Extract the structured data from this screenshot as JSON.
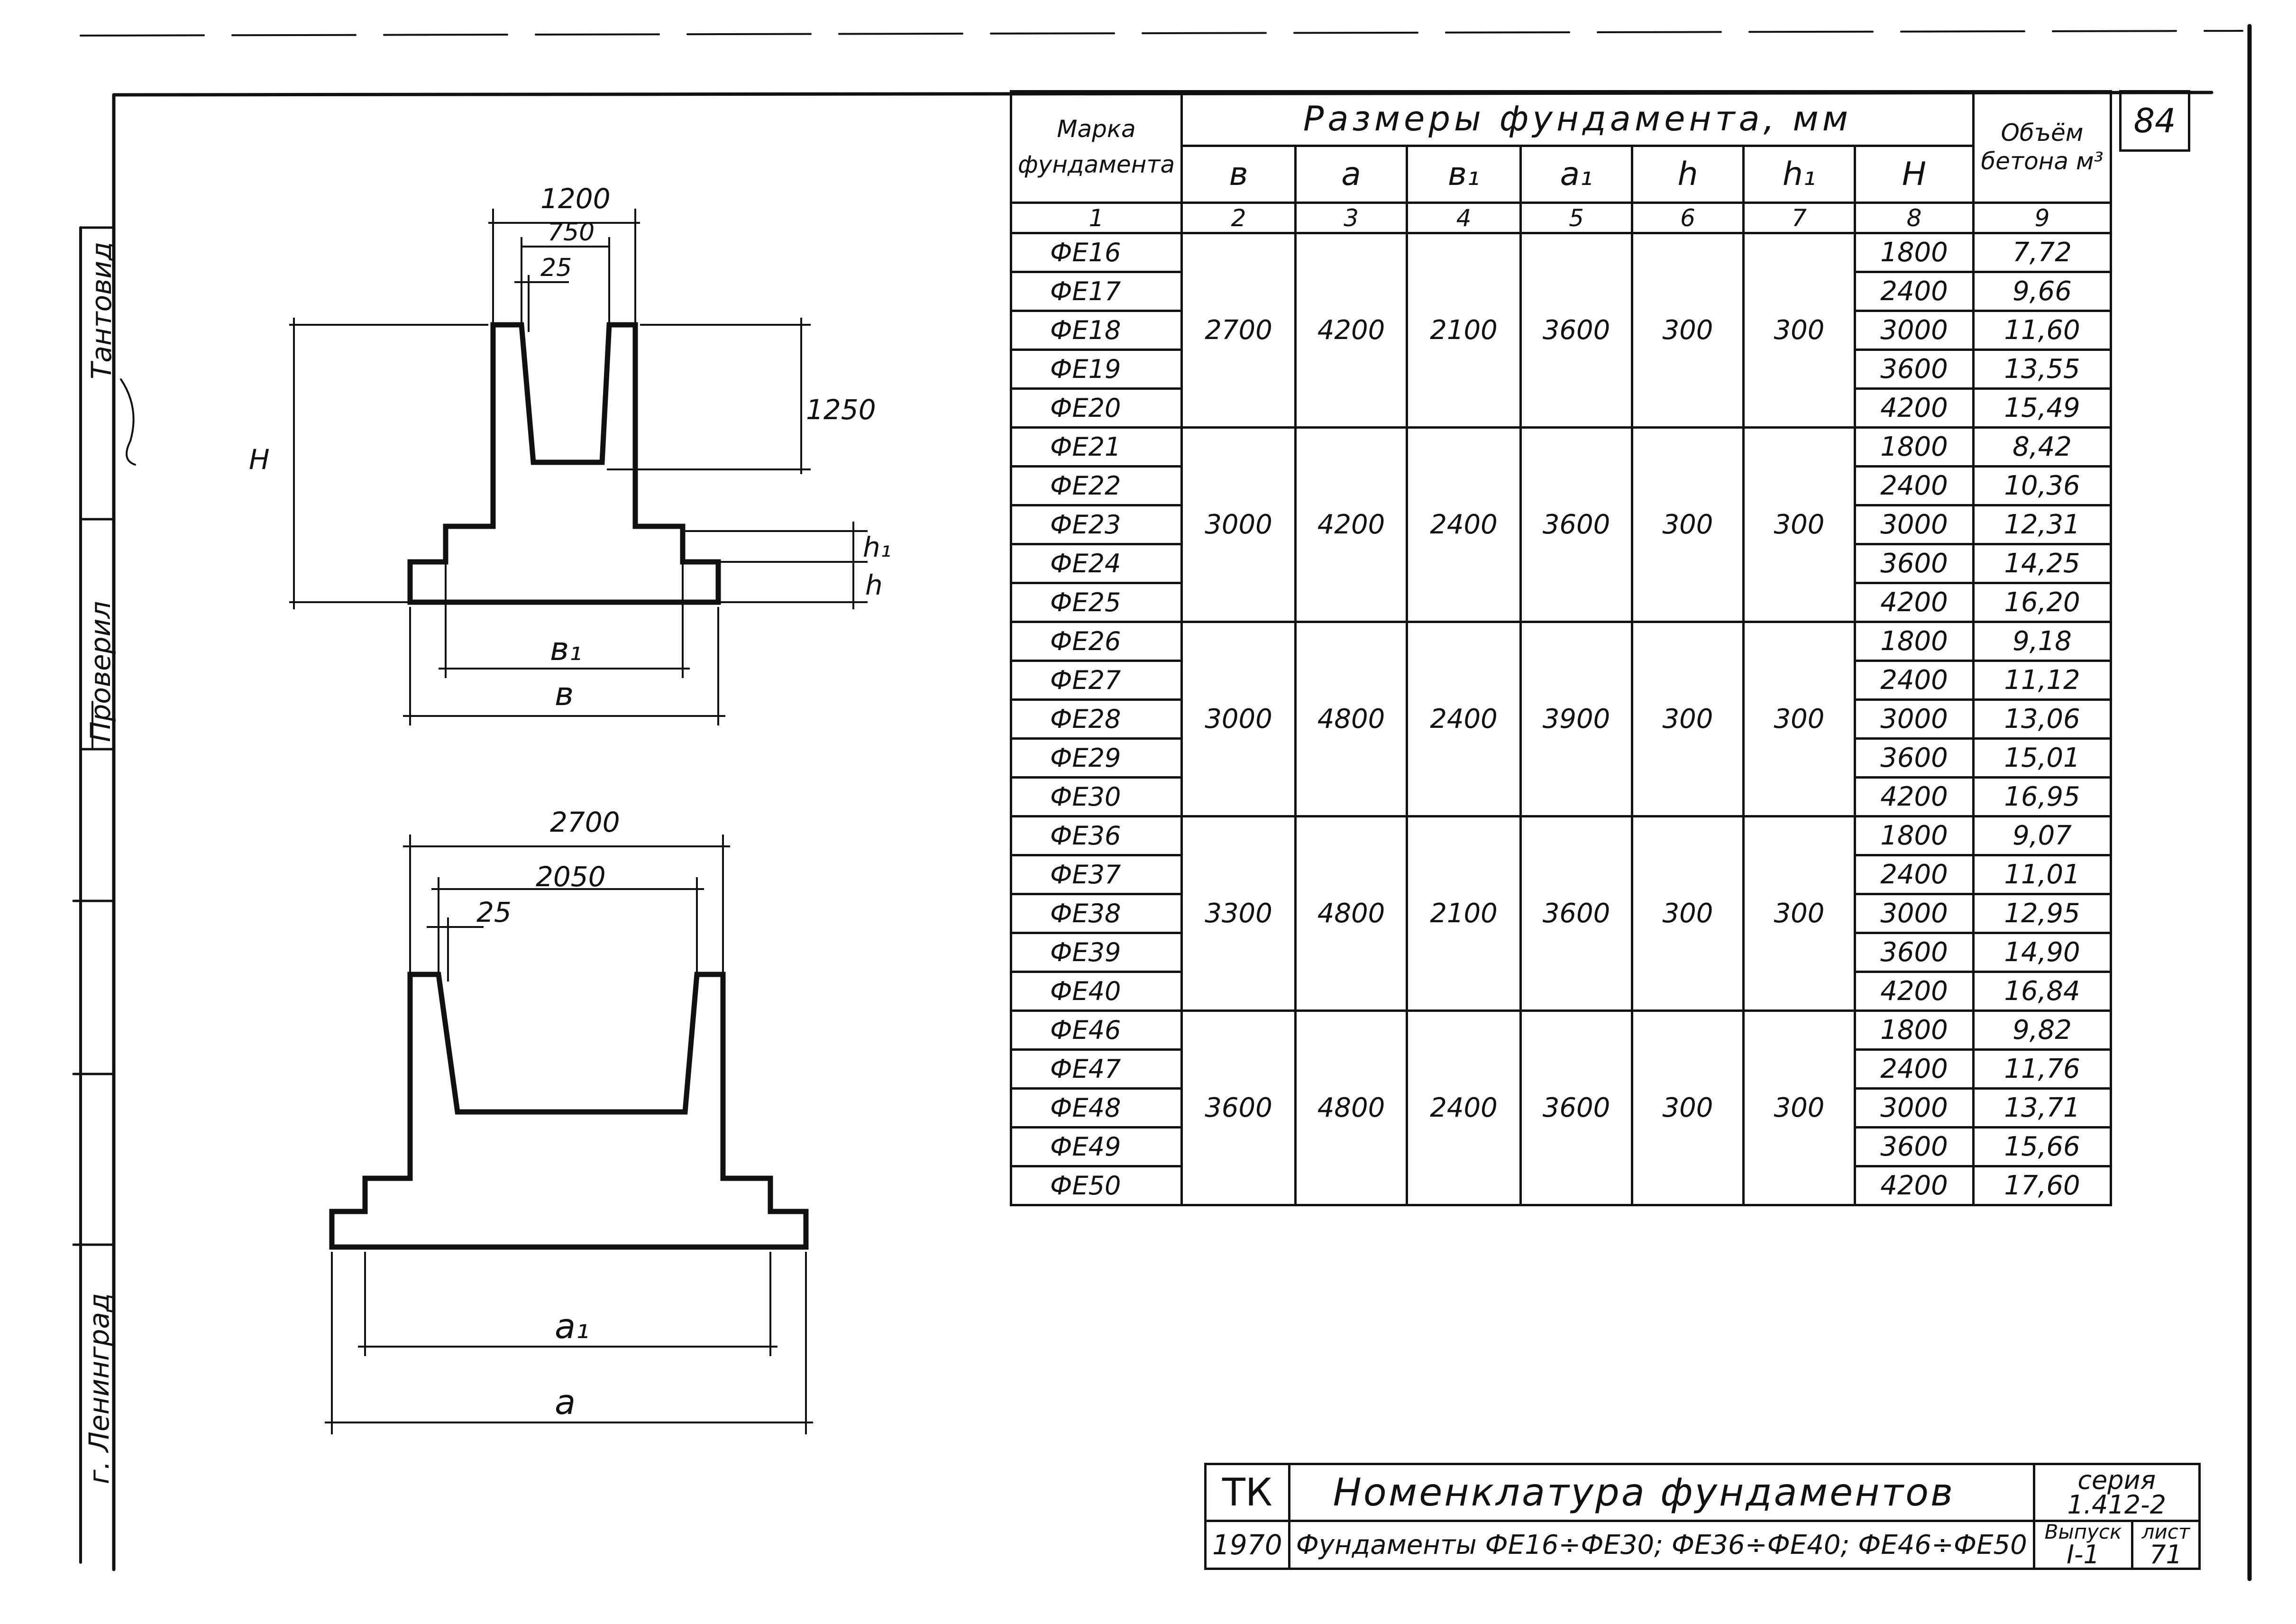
{
  "sheet_number": "84",
  "side_strip": {
    "tantovid": "Тантовид",
    "proveril": "Проверил",
    "city": "г. Ленинград"
  },
  "section_drawing": {
    "width_top": "1200",
    "width_inner": "750",
    "wall_offset": "25",
    "cup_depth": "1250",
    "height": "H",
    "step_h1": "h₁",
    "step_h": "h",
    "base_b1": "в₁",
    "base_b": "в"
  },
  "plan_drawing": {
    "width_top": "2700",
    "width_inner": "2050",
    "wall_offset": "25",
    "base_a1": "а₁",
    "base_a": "а"
  },
  "table": {
    "headers": {
      "mark": "Марка фундамента",
      "dimensions": "Размеры фундамента, мм",
      "volume": "Объём бетона м³",
      "cols": [
        "в",
        "а",
        "в₁",
        "а₁",
        "h",
        "h₁",
        "H"
      ],
      "numbers": [
        "1",
        "2",
        "3",
        "4",
        "5",
        "6",
        "7",
        "8",
        "9"
      ]
    },
    "groups": [
      {
        "b": "2700",
        "a": "4200",
        "b1": "2100",
        "a1": "3600",
        "h": "300",
        "h1": "300",
        "rows": [
          {
            "mark": "ФЕ16",
            "H": "1800",
            "vol": "7,72"
          },
          {
            "mark": "ФЕ17",
            "H": "2400",
            "vol": "9,66"
          },
          {
            "mark": "ФЕ18",
            "H": "3000",
            "vol": "11,60"
          },
          {
            "mark": "ФЕ19",
            "H": "3600",
            "vol": "13,55"
          },
          {
            "mark": "ФЕ20",
            "H": "4200",
            "vol": "15,49"
          }
        ]
      },
      {
        "b": "3000",
        "a": "4200",
        "b1": "2400",
        "a1": "3600",
        "h": "300",
        "h1": "300",
        "rows": [
          {
            "mark": "ФЕ21",
            "H": "1800",
            "vol": "8,42"
          },
          {
            "mark": "ФЕ22",
            "H": "2400",
            "vol": "10,36"
          },
          {
            "mark": "ФЕ23",
            "H": "3000",
            "vol": "12,31"
          },
          {
            "mark": "ФЕ24",
            "H": "3600",
            "vol": "14,25"
          },
          {
            "mark": "ФЕ25",
            "H": "4200",
            "vol": "16,20"
          }
        ]
      },
      {
        "b": "3000",
        "a": "4800",
        "b1": "2400",
        "a1": "3900",
        "h": "300",
        "h1": "300",
        "rows": [
          {
            "mark": "ФЕ26",
            "H": "1800",
            "vol": "9,18"
          },
          {
            "mark": "ФЕ27",
            "H": "2400",
            "vol": "11,12"
          },
          {
            "mark": "ФЕ28",
            "H": "3000",
            "vol": "13,06"
          },
          {
            "mark": "ФЕ29",
            "H": "3600",
            "vol": "15,01"
          },
          {
            "mark": "ФЕ30",
            "H": "4200",
            "vol": "16,95"
          }
        ]
      },
      {
        "b": "3300",
        "a": "4800",
        "b1": "2100",
        "a1": "3600",
        "h": "300",
        "h1": "300",
        "rows": [
          {
            "mark": "ФЕ36",
            "H": "1800",
            "vol": "9,07"
          },
          {
            "mark": "ФЕ37",
            "H": "2400",
            "vol": "11,01"
          },
          {
            "mark": "ФЕ38",
            "H": "3000",
            "vol": "12,95"
          },
          {
            "mark": "ФЕ39",
            "H": "3600",
            "vol": "14,90"
          },
          {
            "mark": "ФЕ40",
            "H": "4200",
            "vol": "16,84"
          }
        ]
      },
      {
        "b": "3600",
        "a": "4800",
        "b1": "2400",
        "a1": "3600",
        "h": "300",
        "h1": "300",
        "rows": [
          {
            "mark": "ФЕ46",
            "H": "1800",
            "vol": "9,82"
          },
          {
            "mark": "ФЕ47",
            "H": "2400",
            "vol": "11,76"
          },
          {
            "mark": "ФЕ48",
            "H": "3000",
            "vol": "13,71"
          },
          {
            "mark": "ФЕ49",
            "H": "3600",
            "vol": "15,66"
          },
          {
            "mark": "ФЕ50",
            "H": "4200",
            "vol": "17,60"
          }
        ]
      }
    ]
  },
  "stamp": {
    "org": "ТК",
    "title": "Номенклатура фундаментов",
    "year": "1970",
    "subtitle": "Фундаменты ФЕ16÷ФЕ30; ФЕ36÷ФЕ40; ФЕ46÷ФЕ50",
    "series_label": "серия",
    "series": "1.412-2",
    "issue_label": "Выпуск",
    "issue": "I-1",
    "sheet_label": "лист",
    "sheet": "71"
  }
}
